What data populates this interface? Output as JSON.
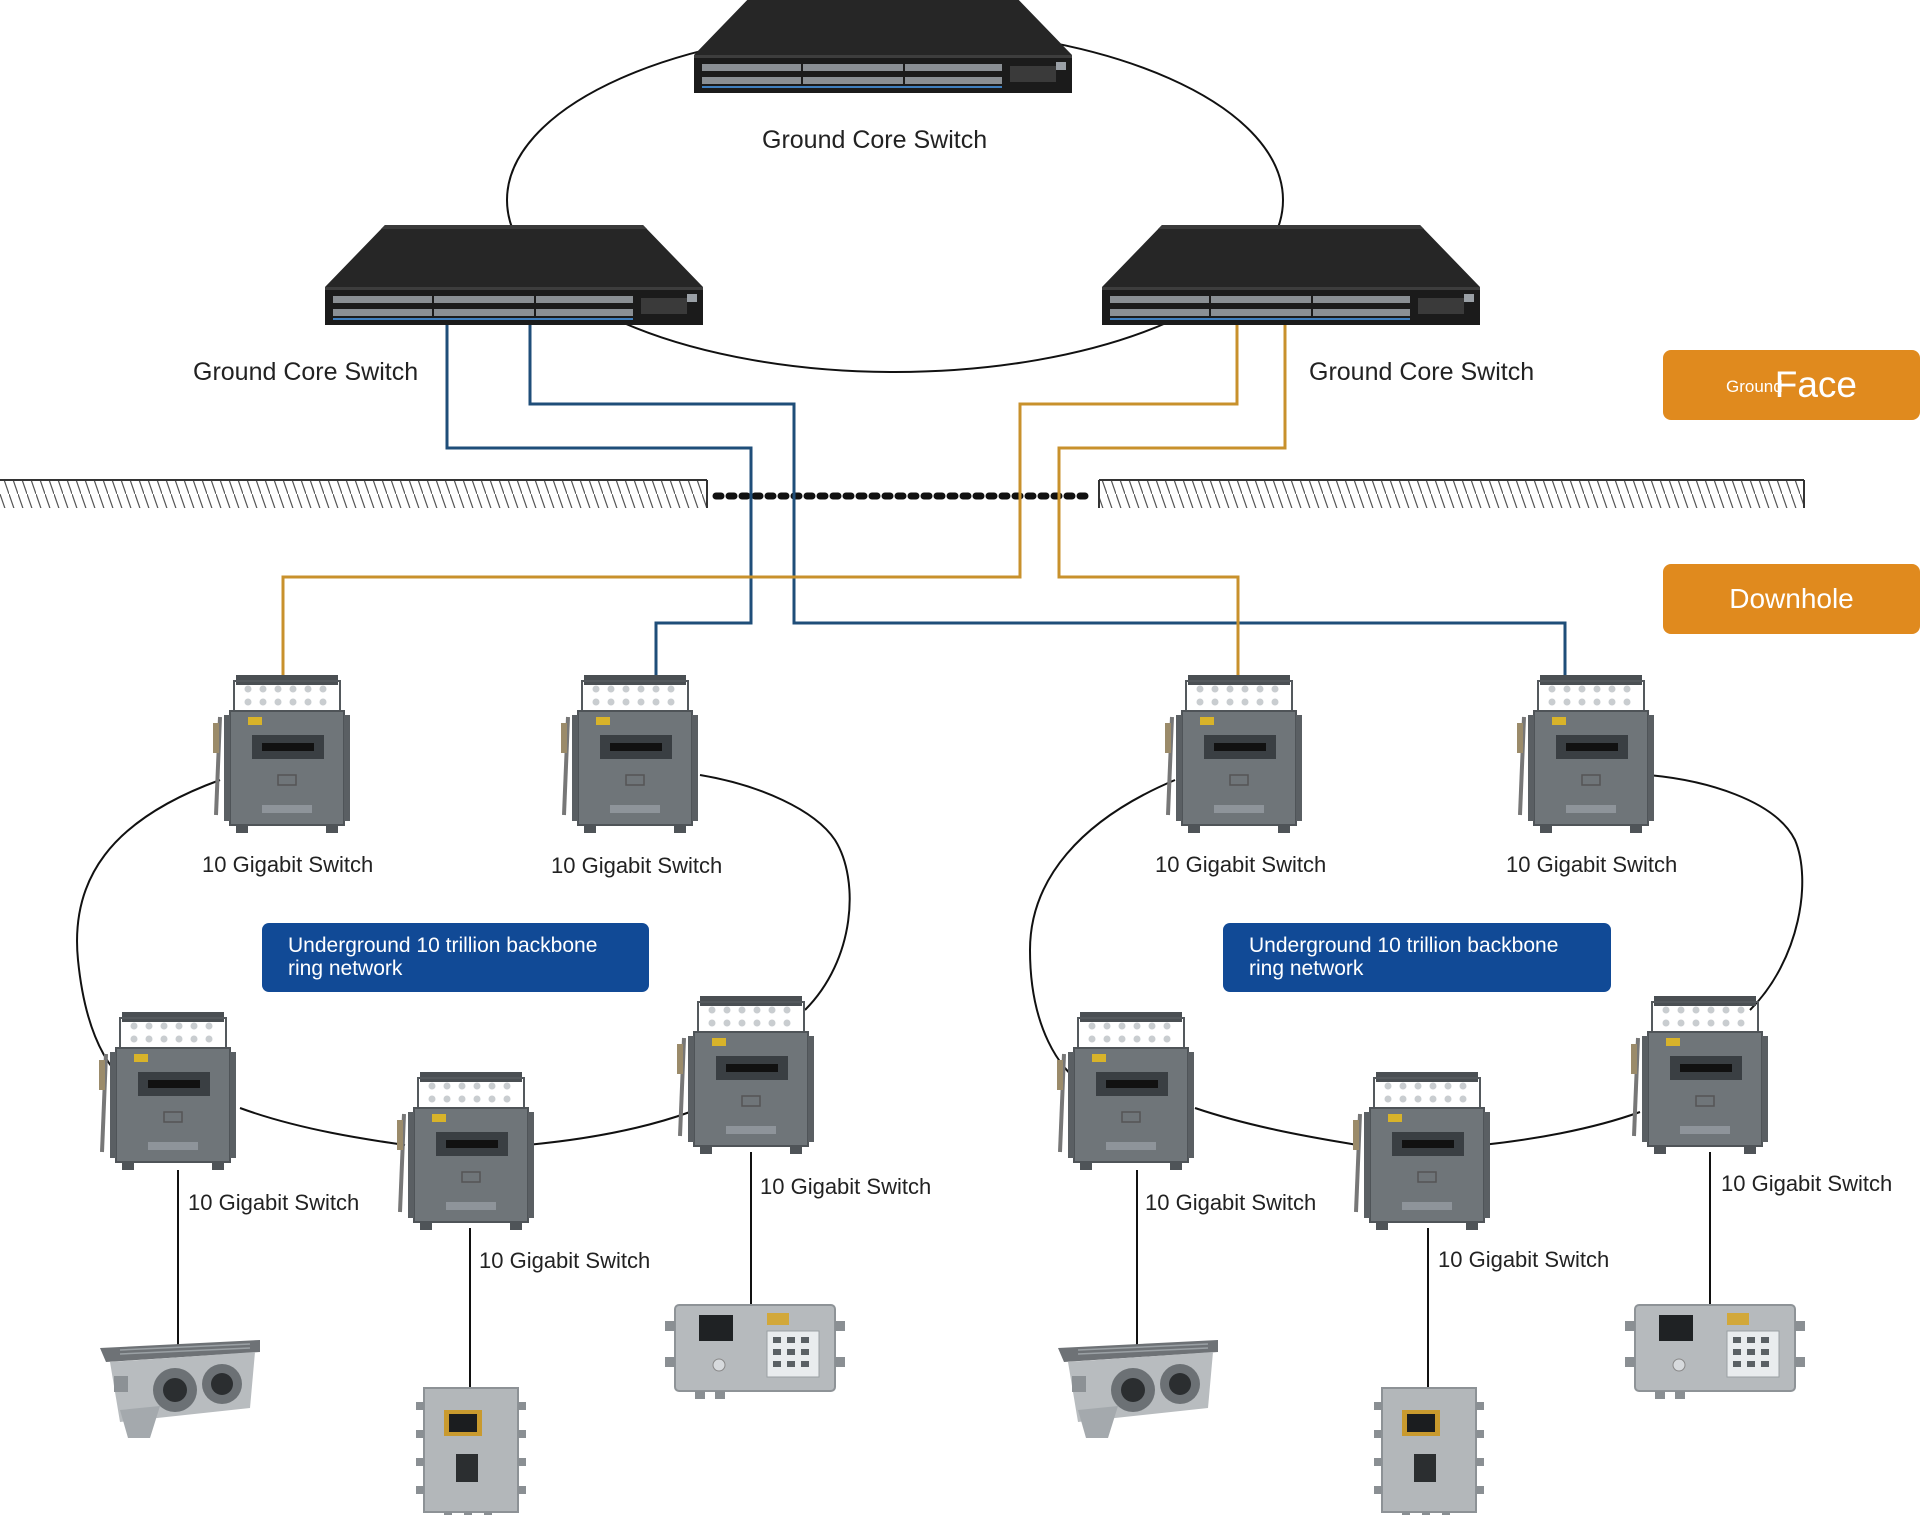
{
  "colors": {
    "blue_line": "#1f4e79",
    "orange_line": "#c8912c",
    "zone_fill": "#e08a1e",
    "ring_box_fill": "#114a96",
    "switch_body": "#2a2a2a",
    "enclosure_body": "#6f7579"
  },
  "core_switches": [
    {
      "label": "Ground Core Switch",
      "icon": "rack-switch-icon"
    },
    {
      "label": "Ground Core Switch",
      "icon": "rack-switch-icon"
    },
    {
      "label": "Ground Core Switch",
      "icon": "rack-switch-icon"
    }
  ],
  "zones": {
    "ground_small": "Ground",
    "ground_large": "Face",
    "downhole": "Downhole"
  },
  "rings": [
    {
      "label": "Underground 10 trillion backbone ring network",
      "switches": [
        {
          "label": "10 Gigabit Switch"
        },
        {
          "label": "10 Gigabit Switch"
        },
        {
          "label": "10 Gigabit Switch"
        },
        {
          "label": "10 Gigabit Switch"
        },
        {
          "label": "10 Gigabit Switch"
        }
      ]
    },
    {
      "label": "Underground 10 trillion backbone ring network",
      "switches": [
        {
          "label": "10 Gigabit Switch"
        },
        {
          "label": "10 Gigabit Switch"
        },
        {
          "label": "10 Gigabit Switch"
        },
        {
          "label": "10 Gigabit Switch"
        },
        {
          "label": "10 Gigabit Switch"
        }
      ]
    }
  ],
  "end_devices": [
    "camera-icon",
    "control-box-icon",
    "keypad-terminal-icon"
  ]
}
